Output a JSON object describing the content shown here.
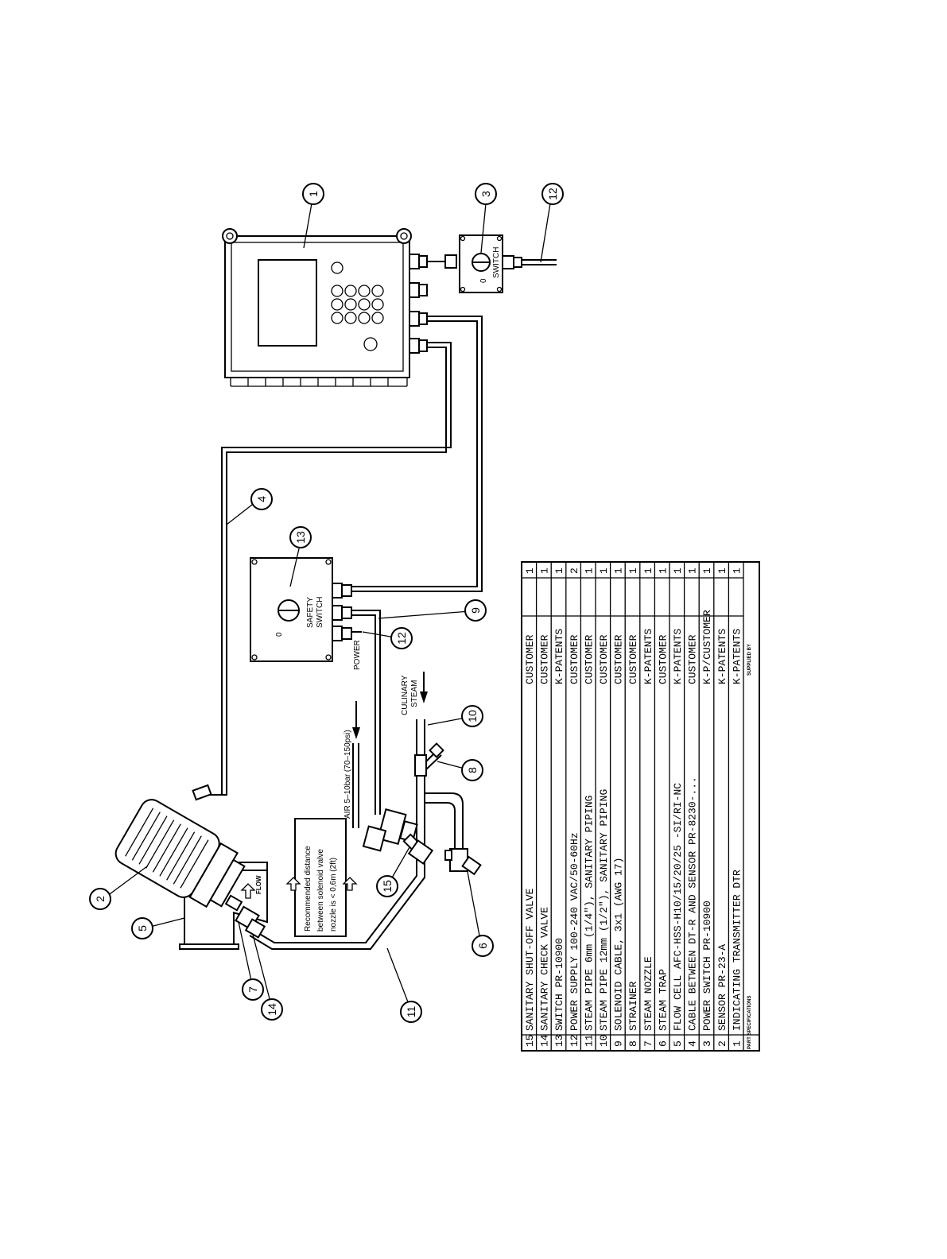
{
  "callouts": [
    "1",
    "2",
    "3",
    "4",
    "5",
    "6",
    "7",
    "8",
    "9",
    "10",
    "11",
    "12",
    "13",
    "14",
    "15",
    "12"
  ],
  "labels": {
    "switch": "SWITCH",
    "safety_switch_line1": "SAFETY",
    "safety_switch_line2": "SWITCH",
    "zero": "0",
    "power": "POWER",
    "air": "AIR 5–10bar (70–150psi)",
    "culinary_line1": "CULINARY",
    "culinary_line2": "STEAM",
    "flow": "FLOW",
    "note_line1": "Recommended distance",
    "note_line2": "between solenoid valve",
    "note_line3": "nozzle is < 0,6m (2ft)"
  },
  "parts_table": {
    "rows": [
      {
        "no": "15",
        "description": "SANITARY SHUT-OFF VALVE",
        "supplier": "CUSTOMER",
        "qty": "1"
      },
      {
        "no": "14",
        "description": "SANITARY CHECK VALVE",
        "supplier": "CUSTOMER",
        "qty": "1"
      },
      {
        "no": "13",
        "description": "SWITCH PR-10900",
        "supplier": "K-PATENTS",
        "qty": "1"
      },
      {
        "no": "12",
        "description": "POWER SUPPLY 100-240 VAC/50-60Hz",
        "supplier": "CUSTOMER",
        "qty": "2"
      },
      {
        "no": "11",
        "description": "STEAM PIPE 6mm (1/4\"), SANITARY PIPING",
        "supplier": "CUSTOMER",
        "qty": "1"
      },
      {
        "no": "10",
        "description": "STEAM PIPE 12mm (1/2\"), SANITARY PIPING",
        "supplier": "CUSTOMER",
        "qty": "1"
      },
      {
        "no": "9",
        "description": "SOLENOID CABLE, 3x1 (AWG 17)",
        "supplier": "CUSTOMER",
        "qty": "1"
      },
      {
        "no": "8",
        "description": "STRAINER",
        "supplier": "CUSTOMER",
        "qty": "1"
      },
      {
        "no": "7",
        "description": "STEAM NOZZLE",
        "supplier": "K-PATENTS",
        "qty": "1"
      },
      {
        "no": "6",
        "description": "STEAM TRAP",
        "supplier": "CUSTOMER",
        "qty": "1"
      },
      {
        "no": "5",
        "description": "FLOW CELL AFC-HSS-H10/15/20/25 -SI/RI-NC",
        "supplier": "K-PATENTS",
        "qty": "1"
      },
      {
        "no": "4",
        "description": "CABLE BETWEEN DT-R AND SENSOR PR-8230-...",
        "supplier": "CUSTOMER",
        "qty": "1"
      },
      {
        "no": "3",
        "description": "POWER SWITCH PR-10900",
        "supplier": "K-P/CUSTOMER",
        "qty": "1"
      },
      {
        "no": "2",
        "description": "SENSOR PR-23-A",
        "supplier": "K-PATENTS",
        "qty": "1"
      },
      {
        "no": "1",
        "description": "INDICATING TRANSMITTER DTR",
        "supplier": "K-PATENTS",
        "qty": "1"
      }
    ],
    "footer_part": "PART SPECIFICATIONS",
    "footer_supplied": "SUPPLIED BY"
  }
}
